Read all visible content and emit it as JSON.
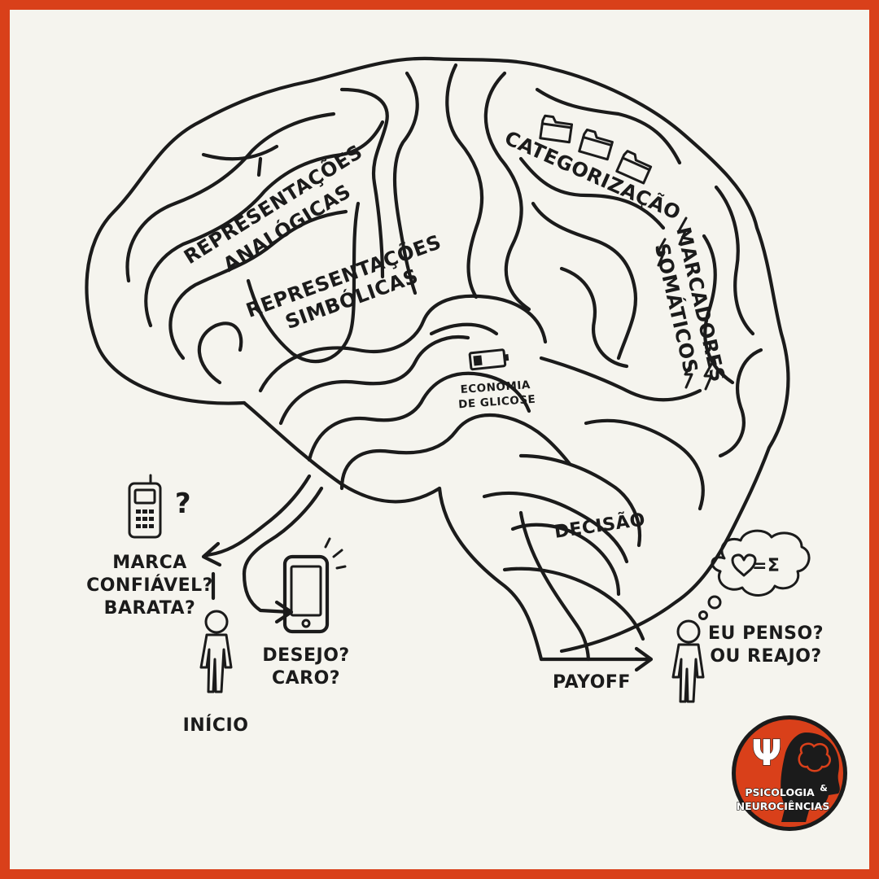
{
  "brand": {
    "frame_color": "#d9401a",
    "paper_color": "#f5f4ee",
    "ink_color": "#1b1b1b",
    "logo_line1": "PSICOLOGIA",
    "logo_amp": "&",
    "logo_line2": "NEUROCIÊNCIAS",
    "logo_symbol": "Ψ"
  },
  "regions": {
    "rep_analogicas_1": "REPRESENTAÇÕES",
    "rep_analogicas_2": "ANALÓGICAS",
    "rep_simbolicas_1": "REPRESENTAÇÕES",
    "rep_simbolicas_2": "SIMBÓLICAS",
    "categorizacao": "CATEGORIZAÇÃO",
    "marcadores_1": "MARCADORES",
    "marcadores_2": "SOMÁTICOS",
    "economia_1": "ECONOMIA",
    "economia_2": "DE GLICOSE",
    "decisao": "DECISÃO"
  },
  "path_labels": {
    "inicio": "INÍCIO",
    "marca_1": "MARCA",
    "marca_2": "CONFIÁVEL?",
    "marca_3": "BARATA?",
    "desejo_1": "DESEJO?",
    "desejo_2": "CARO?",
    "payoff": "PAYOFF",
    "penso_1": "EU PENSO?",
    "penso_2": "OU REAJO?",
    "question_mark": "?",
    "thought_formula": "=Σ"
  },
  "icons": [
    "brain-maze",
    "folder-icon",
    "lightning-icon",
    "battery-icon",
    "feature-phone-icon",
    "smartphone-icon",
    "person-icon",
    "heart-icon",
    "thought-bubble-icon",
    "arrow-icon"
  ]
}
